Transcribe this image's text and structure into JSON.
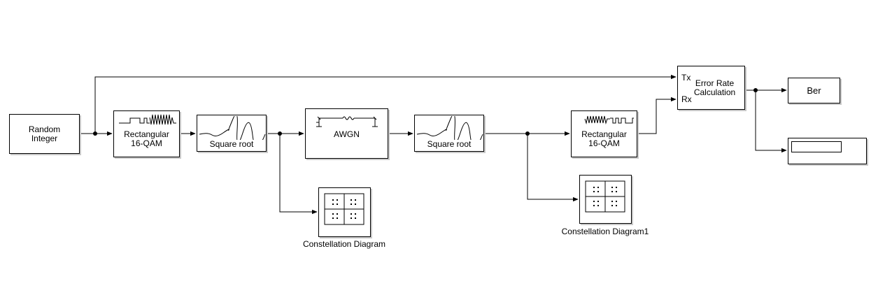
{
  "blocks": {
    "random_integer": "Random\nInteger",
    "qam_mod": "Rectangular\n16-QAM",
    "sqrt_tx": "Square root",
    "awgn": "AWGN",
    "sqrt_rx": "Square root",
    "qam_demod": "Rectangular\n16-QAM",
    "error_rate": "Error Rate\nCalculation",
    "error_rate_tx_port": "Tx",
    "error_rate_rx_port": "Rx",
    "ber": "Ber",
    "display_value": ""
  },
  "captions": {
    "constellation_1": "Constellation Diagram",
    "constellation_2": "Constellation Diagram1"
  }
}
